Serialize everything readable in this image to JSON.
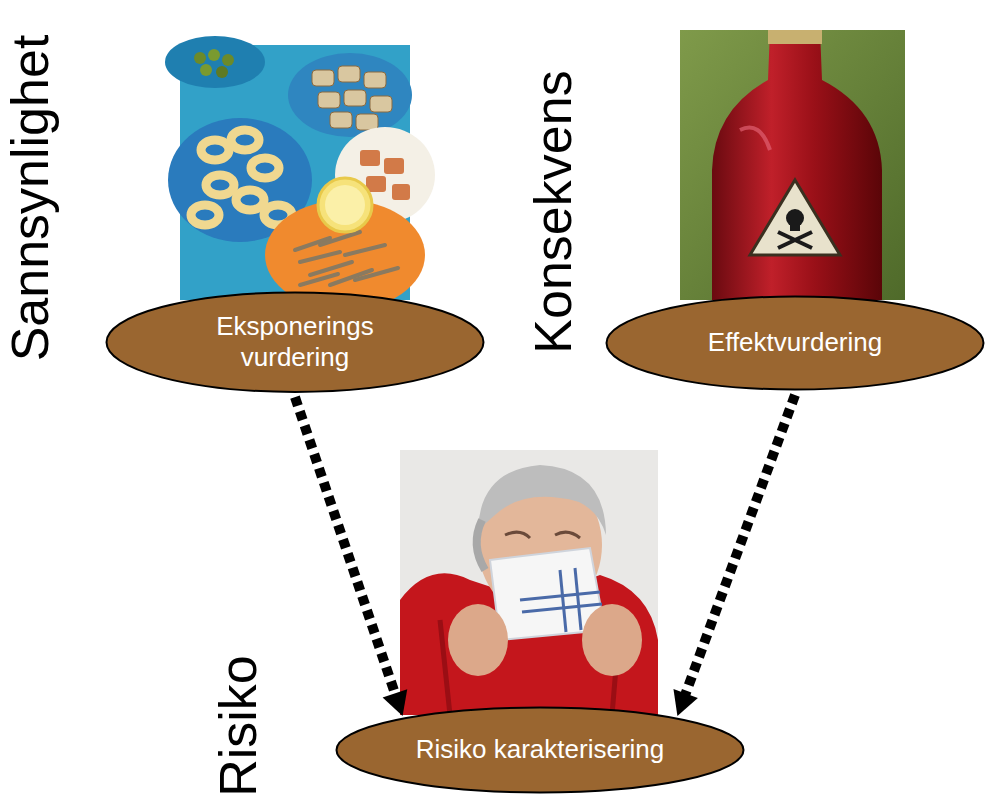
{
  "diagram": {
    "nodes": [
      {
        "text": [
          "Eksponerings vurdering"
        ]
      },
      {
        "text": [
          "Effektvurdering"
        ]
      },
      {
        "text": [
          "Risiko karakterisering"
        ]
      }
    ],
    "edges": [
      {
        "from": 0,
        "to": 2,
        "arrow": "to"
      },
      {
        "from": 1,
        "to": 2,
        "arrow": "to"
      }
    ],
    "labels": [
      "Sannsynlighet",
      "Konsekvens",
      "Risiko"
    ]
  }
}
